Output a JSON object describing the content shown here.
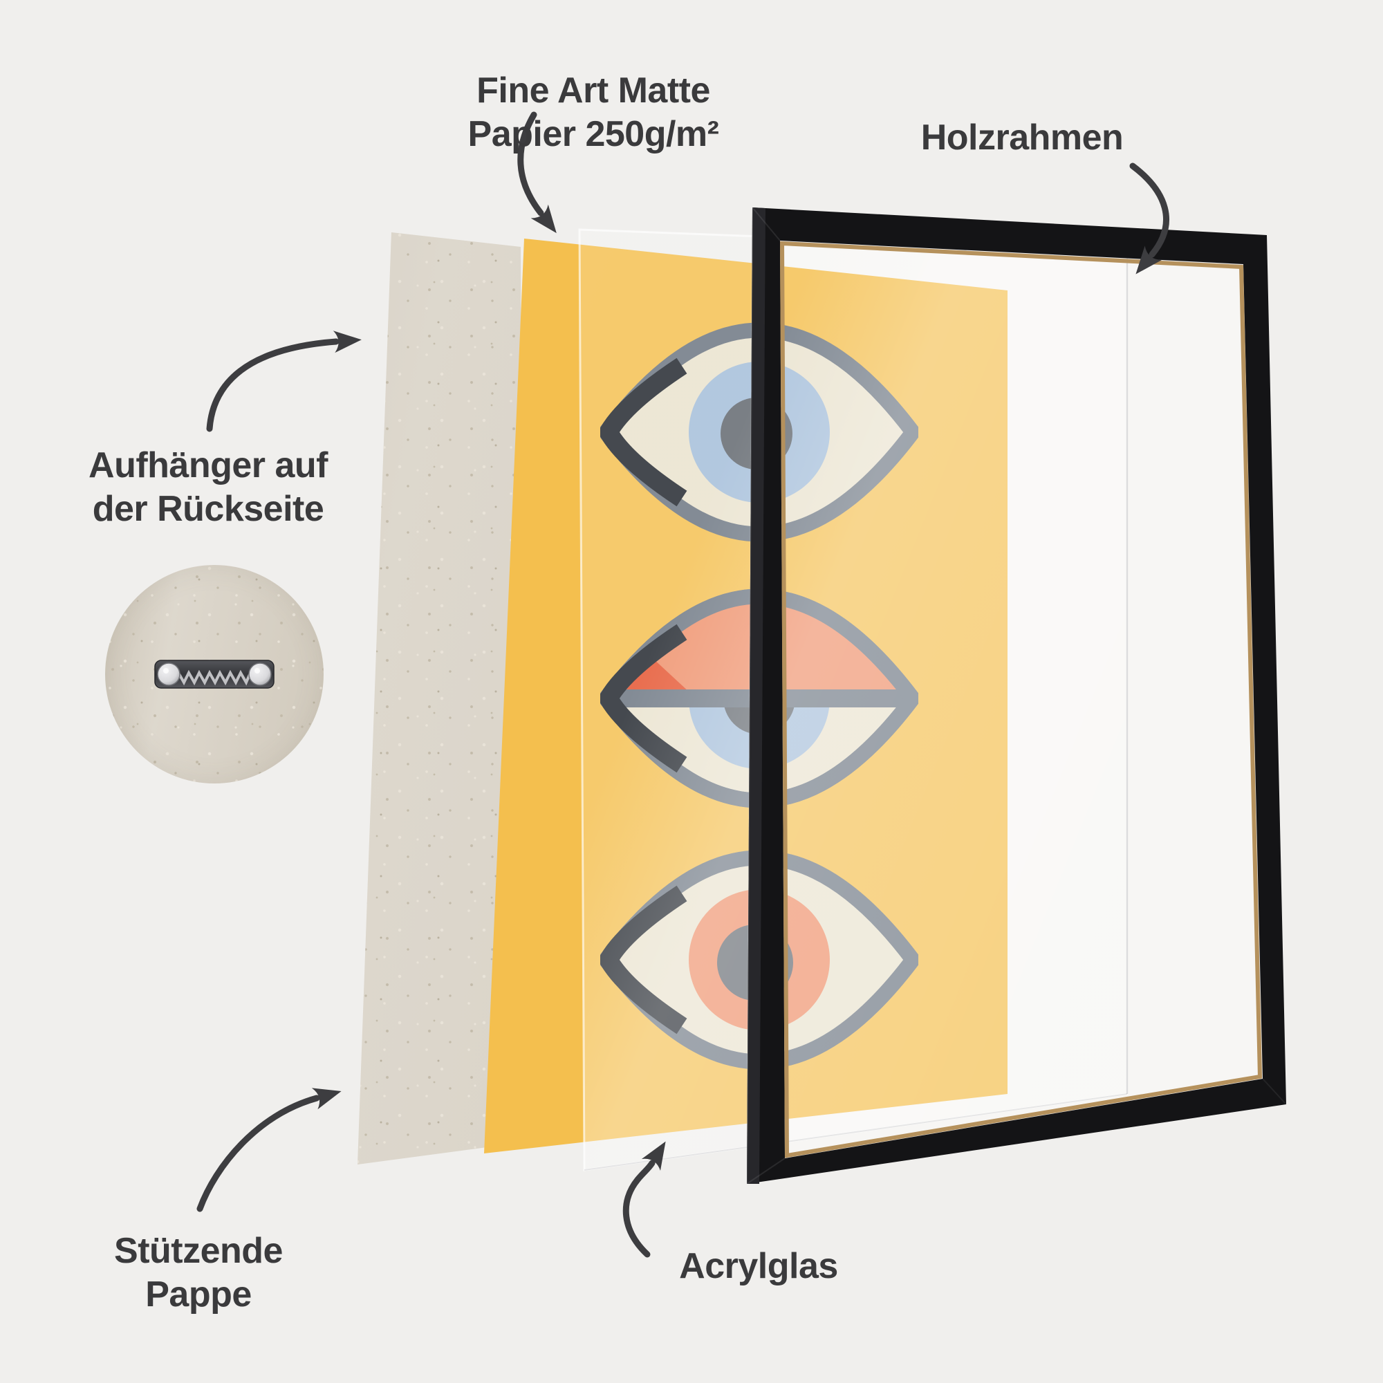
{
  "labels": {
    "paper": {
      "line1": "Fine Art Matte",
      "line2": "Papier 250g/m²"
    },
    "frame": {
      "text": "Holzrahmen"
    },
    "hanger": {
      "line1": "Aufhänger auf",
      "line2": "der Rückseite"
    },
    "cardboard": {
      "line1": "Stützende",
      "line2": "Pappe"
    },
    "acrylic": {
      "text": "Acrylglas"
    }
  },
  "colors": {
    "bg": "#f0efed",
    "text": "#3a3a3c",
    "arrow": "#3d3d40",
    "cardboard": "#d6cfc2",
    "speck-dark": "#c3bbaa",
    "speck-light": "#e9e3d8",
    "poster-yellow": "#f4bf4e",
    "sclera": "#e9e2cd",
    "eye-outline": "#6a7480",
    "eye-corner": "#1f242b",
    "iris-blue": "#a3bdd9",
    "iris-orange": "#ee8d66",
    "pupil": "#5f656c",
    "lid-salmon": "#ee8d66",
    "lid-red": "#e4512c",
    "frame-black": "#141416",
    "frame-depth": "#27272b",
    "frame-lip": "#b5915c",
    "backing": "#f7f6f4",
    "metal-dark": "#35363a",
    "metal-mid": "#55565b",
    "metal-light": "#d9d9dc"
  },
  "artwork": {
    "eyes": [
      {
        "state": "open",
        "iris": "blue"
      },
      {
        "state": "half-closed",
        "iris": "blue",
        "lid": "salmon-red"
      },
      {
        "state": "open",
        "iris": "orange"
      }
    ]
  }
}
